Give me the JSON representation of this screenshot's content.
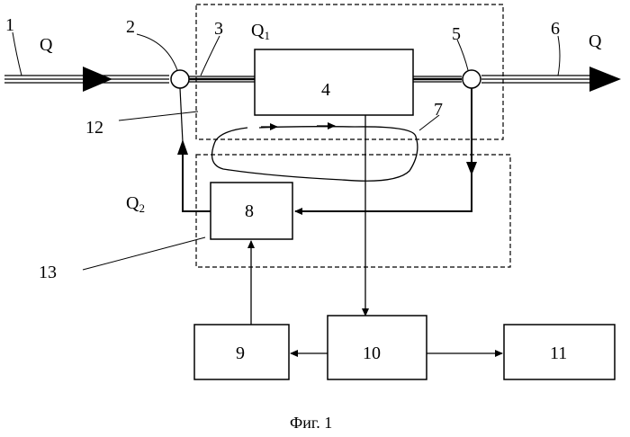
{
  "diagram": {
    "labels": {
      "n1": "1",
      "n2": "2",
      "n3": "3",
      "n4": "4",
      "n5": "5",
      "n6": "6",
      "n7": "7",
      "n8": "8",
      "n9": "9",
      "n10": "10",
      "n11": "11",
      "n12": "12",
      "n13": "13",
      "q_in": "Q",
      "q_out": "Q",
      "q1_main": "Q",
      "q1_sub": "1",
      "q2_main": "Q",
      "q2_sub": "2"
    },
    "caption": "Фиг. 1"
  }
}
